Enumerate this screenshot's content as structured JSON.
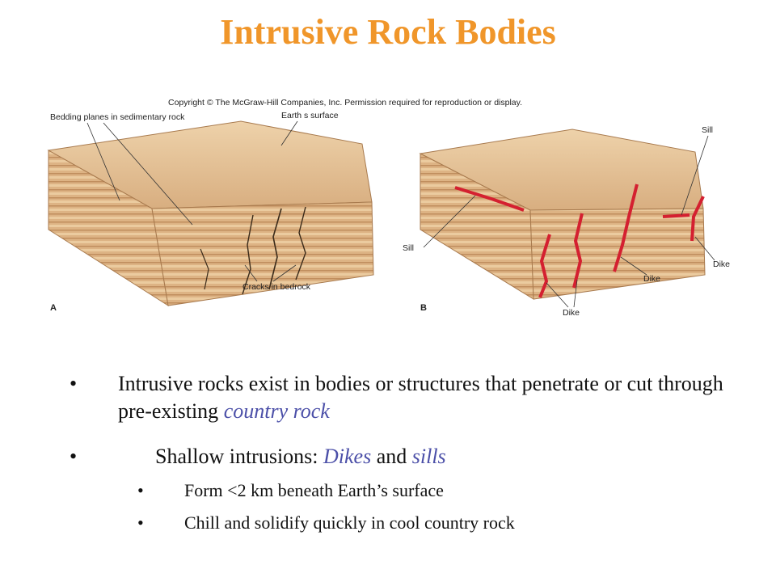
{
  "slide": {
    "title": "Intrusive Rock Bodies"
  },
  "figure": {
    "copyright": "Copyright © The McGraw-Hill Companies, Inc. Permission required for reproduction or display.",
    "panel_a": {
      "label": "A",
      "callouts": {
        "bedding": "Bedding planes in sedimentary rock",
        "surface": "Earth s surface",
        "cracks": "Cracks in bedrock"
      }
    },
    "panel_b": {
      "label": "B",
      "callouts": {
        "sill_top": "Sill",
        "sill_left": "Sill",
        "dike_right": "Dike",
        "dike_middle": "Dike",
        "dike_bottom": "Dike"
      }
    },
    "colors": {
      "rock_light": "#E8C49A",
      "rock_mid": "#D4A574",
      "rock_dark": "#A87A4E",
      "intrusion": "#D42030"
    }
  },
  "bullets": {
    "item1": {
      "marker": "•",
      "text_before": "Intrusive rocks exist in bodies or structures that penetrate or cut through pre-existing ",
      "highlight": "country rock"
    },
    "item2": {
      "marker": "•",
      "text_before": "Shallow intrusions: ",
      "highlight1": "Dikes",
      "middle": " and ",
      "highlight2": "sills"
    },
    "item3": {
      "marker": "•",
      "text": "Form <2 km beneath Earth’s surface"
    },
    "item4": {
      "marker": "•",
      "text": "Chill and solidify quickly in cool country rock"
    }
  }
}
